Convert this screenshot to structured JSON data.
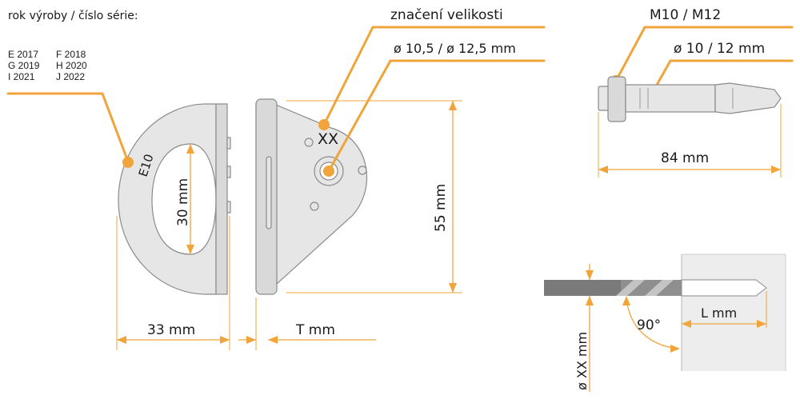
{
  "production_info": {
    "heading": "rok výroby / číslo série:",
    "codes": [
      [
        "E 2017",
        "F 2018"
      ],
      [
        "G 2019",
        "H 2020"
      ],
      [
        "I 2021",
        "J 2022"
      ]
    ]
  },
  "size_marking": {
    "label": "značení velikosti",
    "hole_diameters": "ø 10,5 / ø 12,5 mm",
    "plate_marking": "XX",
    "ring_marking": "E10"
  },
  "bolt": {
    "thread": "M10 / M12",
    "diameter": "ø 10 / 12 mm",
    "length": "84 mm"
  },
  "dimensions": {
    "ring_inner_height": "30 mm",
    "plate_height": "55 mm",
    "ring_width": "33 mm",
    "plate_thickness": "T mm"
  },
  "drilling": {
    "angle": "90°",
    "depth": "L  mm",
    "drill_diameter": "ø XX mm"
  },
  "colors": {
    "accent": "#f0a43a",
    "part_fill": "#e6e6e6",
    "outline": "#8a8a8a"
  }
}
